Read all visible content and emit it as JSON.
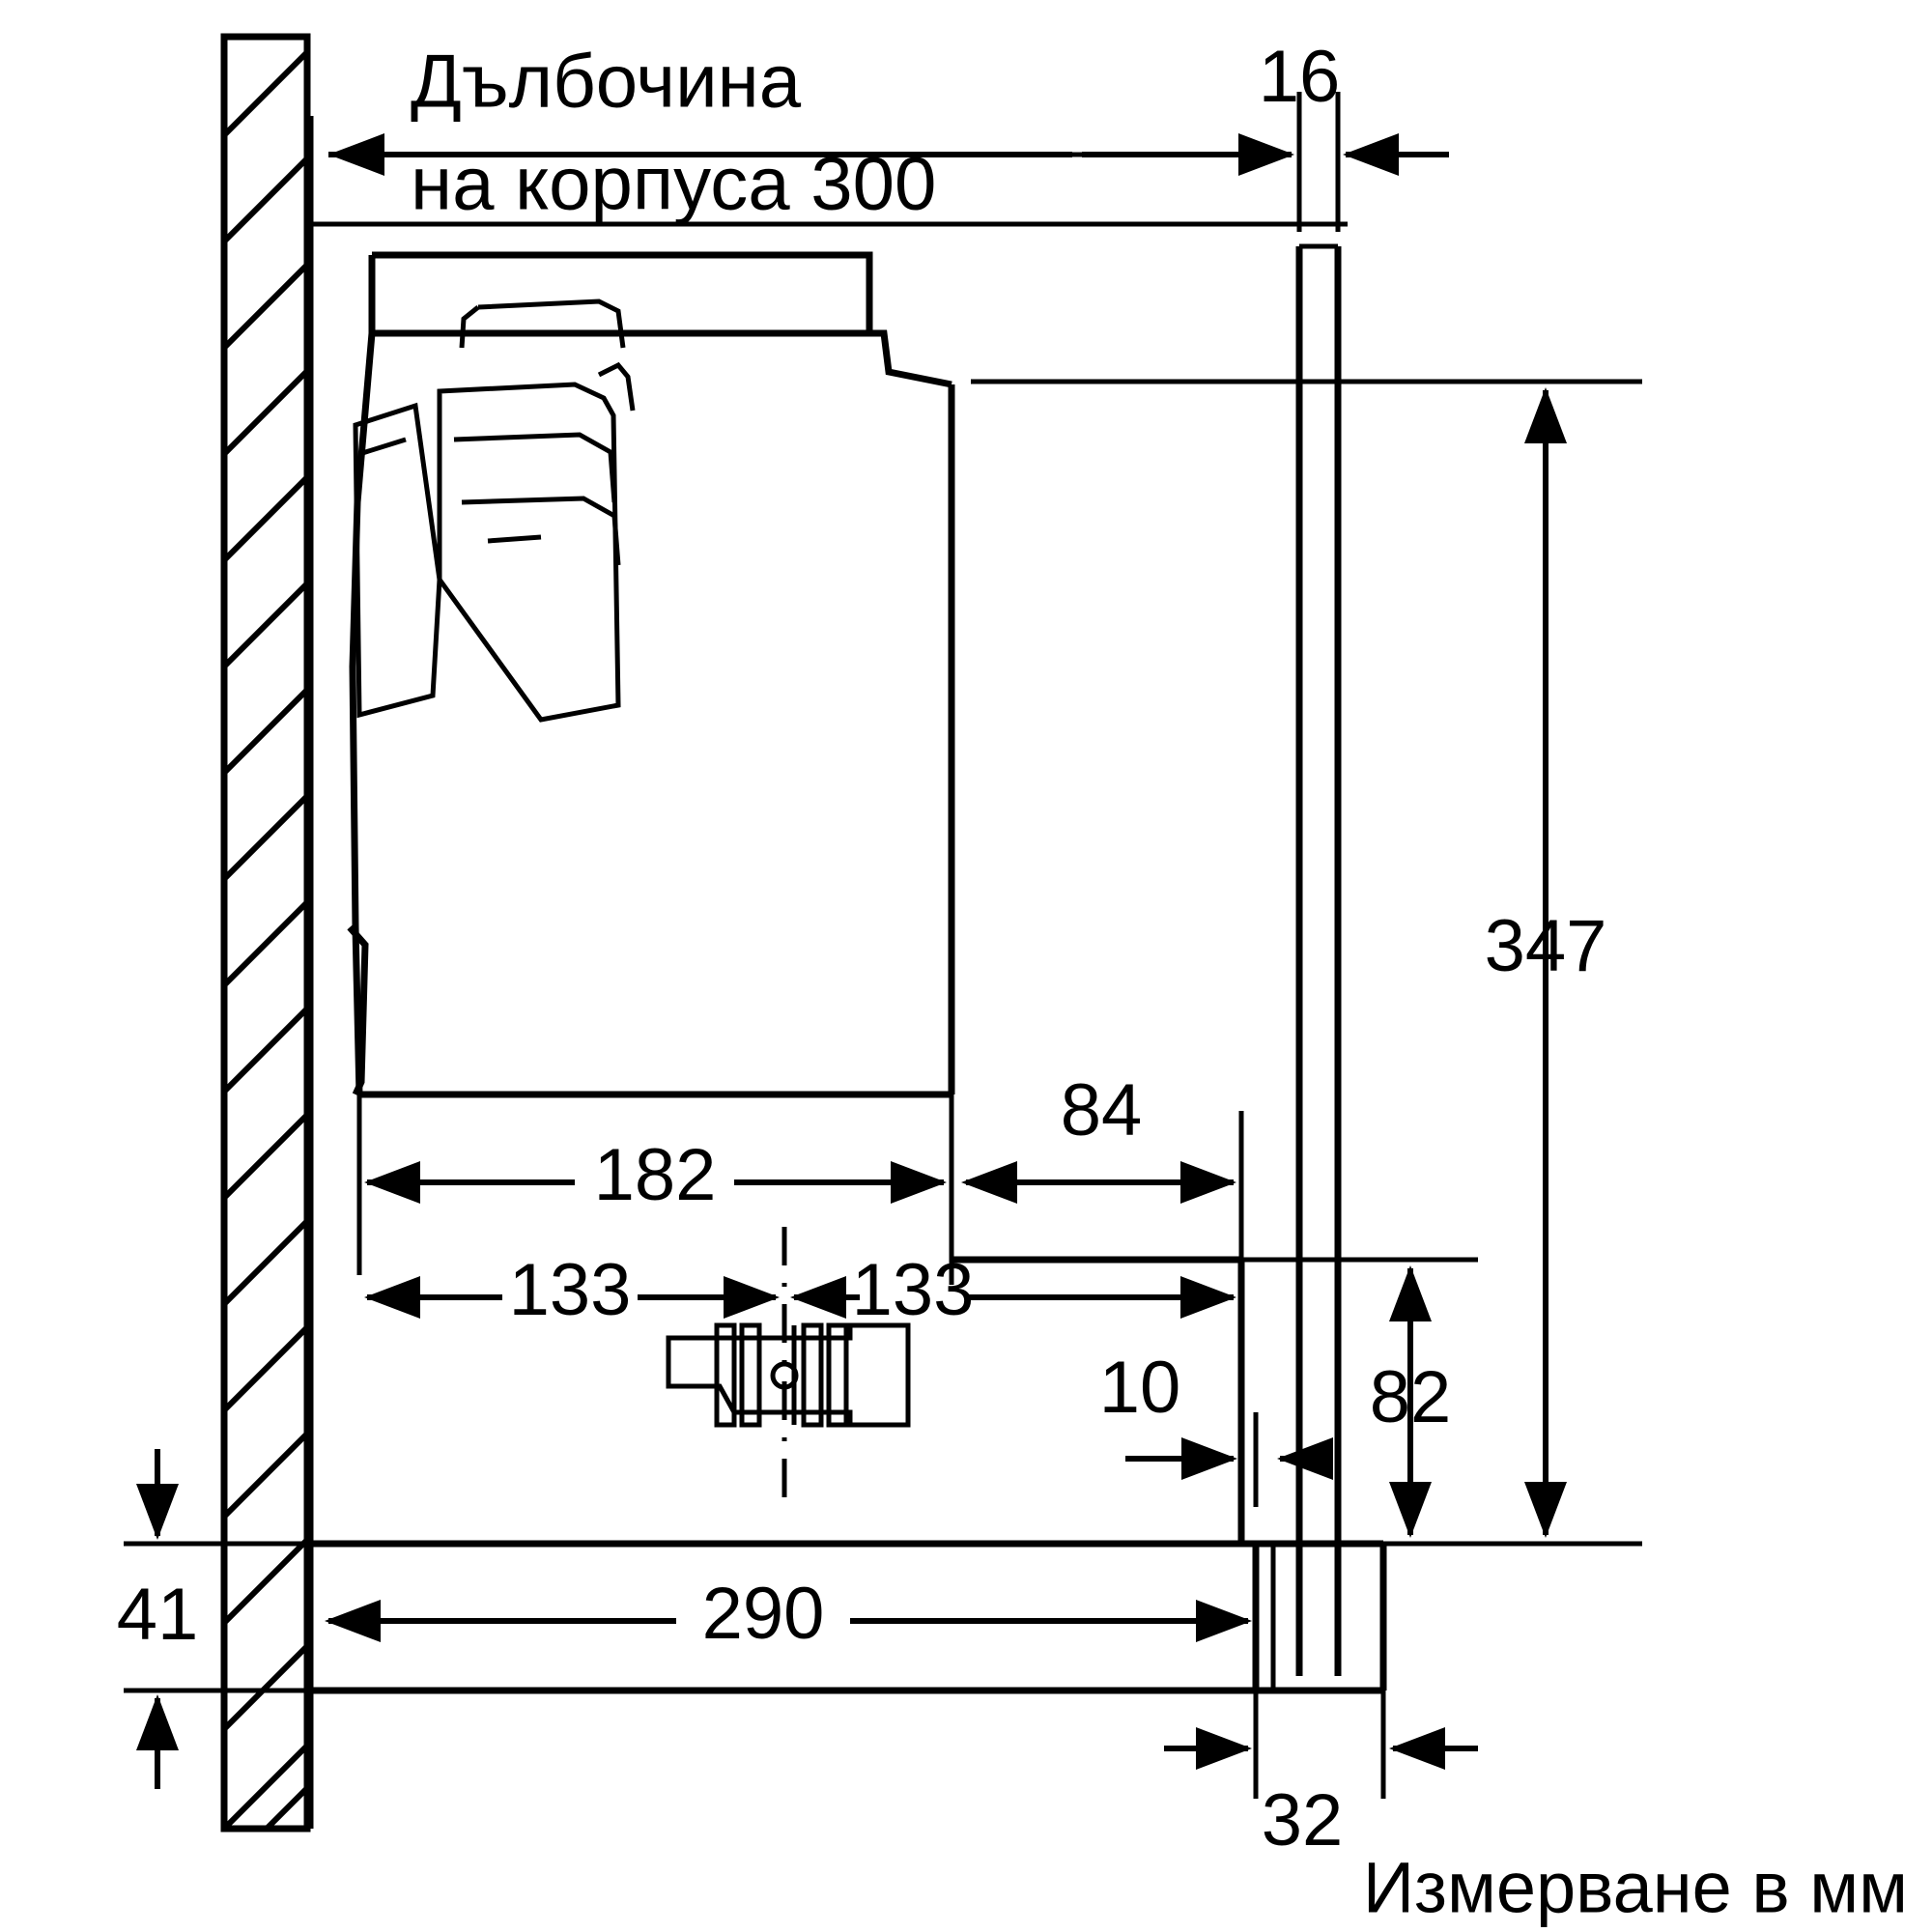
{
  "drawing": {
    "kind": "technical-dimension-drawing",
    "subject": "built-in telescopic cooker hood, side section view",
    "units_caption": "Измерване в мм",
    "depth_label_line1": "Дълбочина",
    "depth_label_line2": "на корпуса 300"
  },
  "dimensions": {
    "depth_of_body": "300",
    "top_gap": "16",
    "height_total": "347",
    "width_inner": "182",
    "width_outlet": "84",
    "half_left": "133",
    "half_right": "133",
    "height_lower": "82",
    "offset_right": "10",
    "front_width": "290",
    "front_depth": "32",
    "wall_offset": "41"
  },
  "dimension_list": [
    {
      "id": "d16",
      "value": "16",
      "orientation": "horizontal"
    },
    {
      "id": "d300",
      "value": "300",
      "orientation": "horizontal"
    },
    {
      "id": "d347",
      "value": "347",
      "orientation": "vertical"
    },
    {
      "id": "d182",
      "value": "182",
      "orientation": "horizontal"
    },
    {
      "id": "d84",
      "value": "84",
      "orientation": "horizontal"
    },
    {
      "id": "d133a",
      "value": "133",
      "orientation": "horizontal"
    },
    {
      "id": "d133b",
      "value": "133",
      "orientation": "horizontal"
    },
    {
      "id": "d82",
      "value": "82",
      "orientation": "vertical"
    },
    {
      "id": "d10",
      "value": "10",
      "orientation": "horizontal"
    },
    {
      "id": "d41",
      "value": "41",
      "orientation": "vertical"
    },
    {
      "id": "d290",
      "value": "290",
      "orientation": "horizontal"
    },
    {
      "id": "d32",
      "value": "32",
      "orientation": "horizontal"
    }
  ],
  "colors": {
    "ink": "#000000",
    "paper": "#ffffff"
  }
}
